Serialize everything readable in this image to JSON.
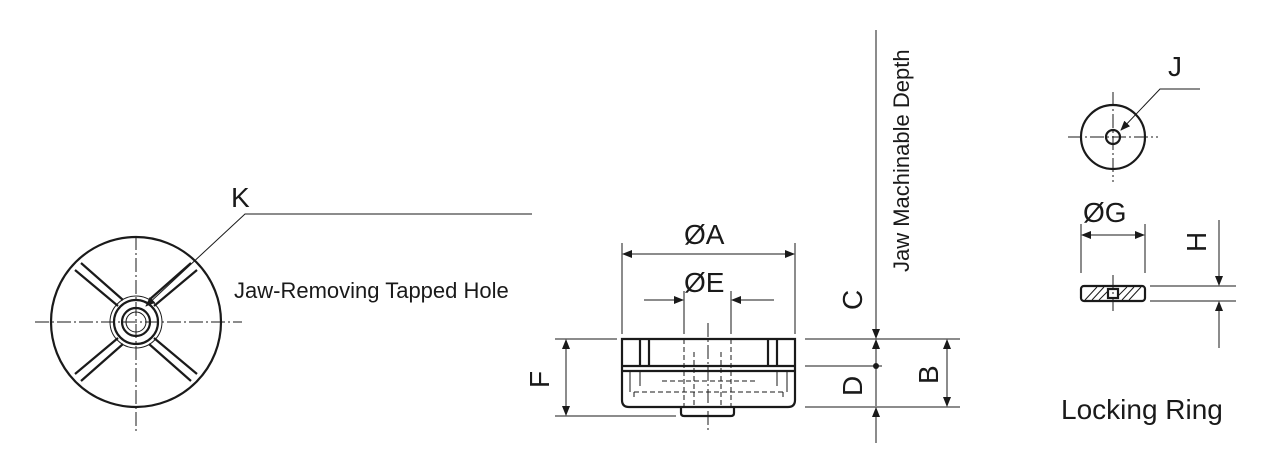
{
  "labels": {
    "k": "K",
    "jaw_removing": "Jaw-Removing Tapped Hole",
    "dia_a": "ØA",
    "dia_e": "ØE",
    "jaw_depth": "Jaw Machinable Depth",
    "c": "C",
    "d": "D",
    "b": "B",
    "f": "F",
    "j": "J",
    "dia_g": "ØG",
    "h": "H",
    "locking_ring": "Locking Ring"
  },
  "colors": {
    "line": "#1a1a1a",
    "background": "#ffffff"
  }
}
